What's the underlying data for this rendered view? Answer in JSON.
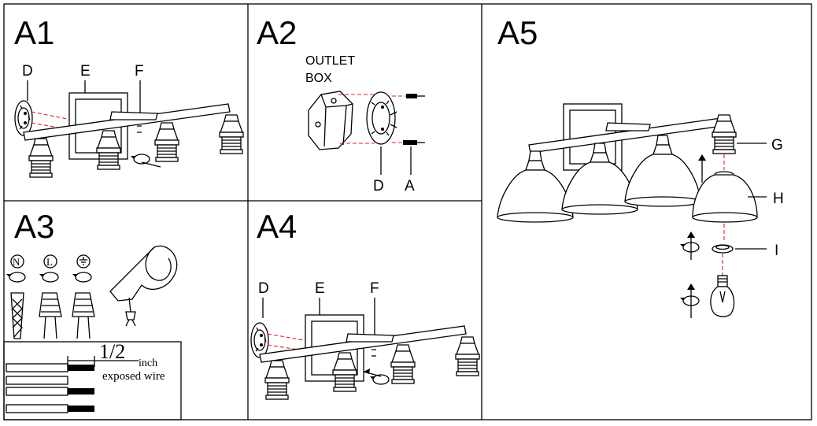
{
  "panels": {
    "a1": {
      "title": "A1",
      "labels": {
        "d": "D",
        "e": "E",
        "f": "F"
      }
    },
    "a2": {
      "title": "A2",
      "outlet_line1": "OUTLET",
      "outlet_line2": "BOX",
      "labels": {
        "d": "D",
        "a": "A"
      }
    },
    "a3": {
      "title": "A3",
      "symbols": {
        "neutral": "N",
        "live": "L"
      },
      "wire_length": "1/2",
      "wire_unit": "inch",
      "wire_caption": "exposed wire"
    },
    "a4": {
      "title": "A4",
      "labels": {
        "d": "D",
        "e": "E",
        "f": "F"
      }
    },
    "a5": {
      "title": "A5",
      "labels": {
        "g": "G",
        "h": "H",
        "i": "I"
      }
    }
  },
  "icons": [
    "canopy-icon",
    "socket-icon",
    "screw-icon",
    "outlet-box-icon",
    "wire-nut-icon",
    "electrical-tape-icon",
    "ground-symbol-icon",
    "rotate-arrow-icon",
    "glass-shade-icon",
    "light-bulb-icon",
    "ring-nut-icon"
  ],
  "colors": {
    "guide_line": "#e0202a",
    "line_art": "#000000"
  }
}
